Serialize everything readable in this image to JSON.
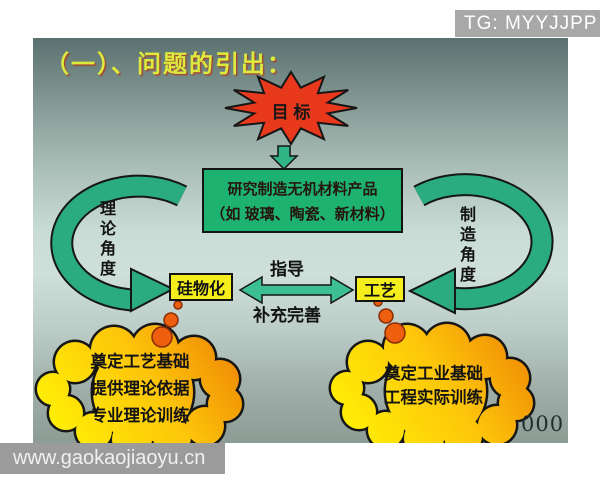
{
  "header": {
    "tg_badge": "TG: MYYJJPP"
  },
  "slide": {
    "title": "（一）、问题的引出：",
    "goal": "目 标",
    "research_line1": "研究制造无机材料产品",
    "research_line2": "（如 玻璃、陶瓷、新材料）",
    "left_angle": "理论角度",
    "right_angle": "制造角度",
    "node_left": "硅物化",
    "node_right": "工艺",
    "relation_top": "指导",
    "relation_bottom": "补充完善",
    "cloud_left": {
      "line1": "奠定工艺基础",
      "line2": "提供理论依据",
      "line3": "专业理论训练"
    },
    "cloud_right": {
      "line1": "奠定工业基础",
      "line2": "工程实际训练"
    }
  },
  "footer": {
    "page_number": "000",
    "watermark": "www.gaokaojiaoyu.cn"
  },
  "colors": {
    "slide_top": "#5a7170",
    "slide_middle": "#cfe0da",
    "slide_bottom": "#8d9b95",
    "title_yellow": "#dcea3c",
    "burst_red": "#e8391c",
    "box_green": "#1eb271",
    "arc_green": "#2aab80",
    "exchange_green": "#3cc093",
    "node_yellow": "#f4ef1c",
    "cloud_yellow": "#ffee05",
    "cloud_orange": "#f08c05",
    "dot_orange": "#ed5f0e",
    "badge_gray": "#a8a8a8"
  }
}
